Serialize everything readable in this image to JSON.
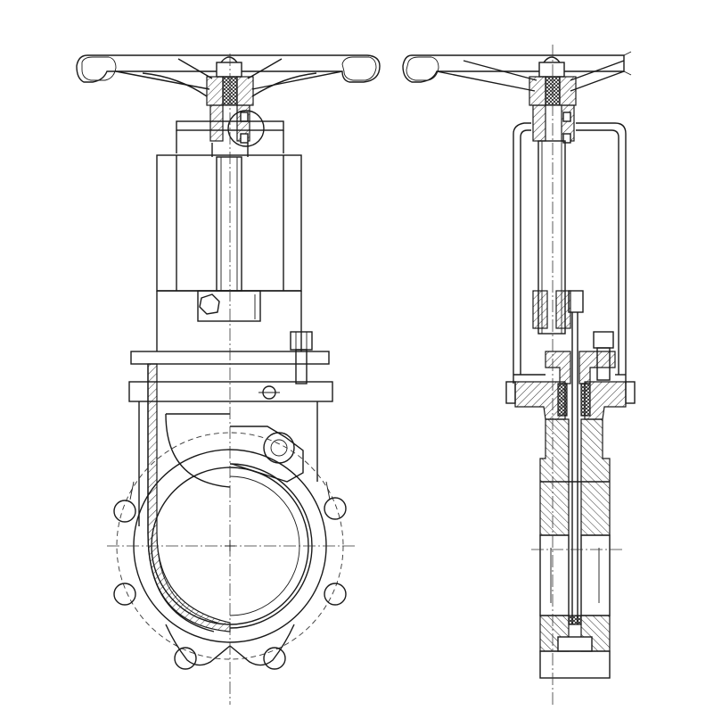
{
  "drawing": {
    "subject": "knife-gate-valve-handwheel",
    "views": [
      {
        "id": "front-half-section-view"
      },
      {
        "id": "side-section-view"
      }
    ]
  }
}
